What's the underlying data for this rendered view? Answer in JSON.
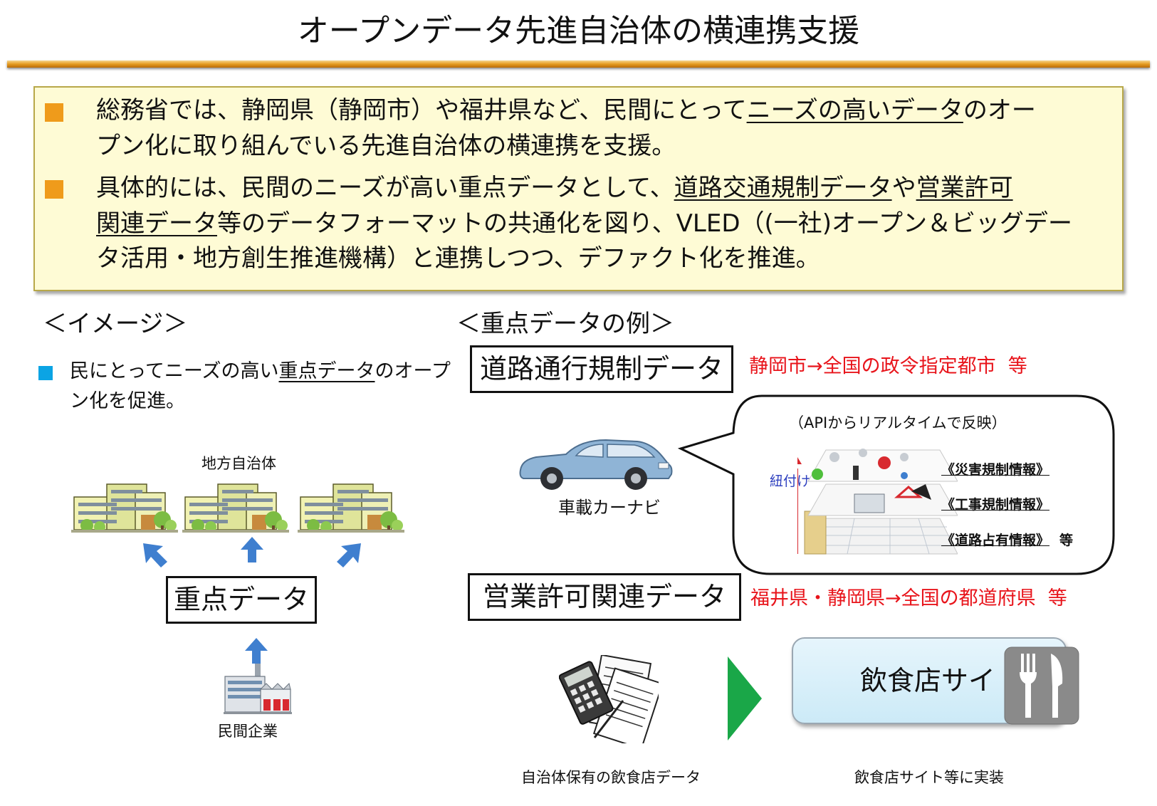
{
  "title": "オープンデータ先進自治体の横連携支援",
  "summary": {
    "bullet1": {
      "line1_pre": "総務省では、静岡県（静岡市）や福井県など、民間にとって",
      "line1_u": "ニーズの高いデータ",
      "line1_post": "のオー",
      "line2": "プン化に取り組んでいる先進自治体の横連携を支援。"
    },
    "bullet2": {
      "line1_pre": "具体的には、民間のニーズが高い重点データとして、",
      "line1_u1": "道路交通規制データ",
      "line1_mid": "や",
      "line1_u2": "営業許可",
      "line2_u": "関連データ",
      "line2_post": "等のデータフォーマットの共通化を図り、VLED（(一社)オープン＆ビッグデー",
      "line3": "タ活用・地方創生推進機構）と連携しつつ、デファクト化を推進。"
    }
  },
  "image_section": {
    "heading": "＜イメージ＞",
    "bullet_pre": "民にとってニーズの高い",
    "bullet_u": "重点データ",
    "bullet_post": "のオープ",
    "bullet_line2": "ン化を促進。",
    "local_gov_label": "地方自治体",
    "core_data_label": "重点データ",
    "company_label": "民間企業"
  },
  "examples": {
    "heading": "＜重点データの例＞",
    "road": {
      "label": "道路通行規制データ",
      "scope": "静岡市→全国の政令指定都市  等",
      "car_label": "車載カーナビ",
      "api_note": "（APIからリアルタイムで反映）",
      "link_label": "紐付け",
      "info1": "《災害規制情報》",
      "info2": "《工事規制情報》",
      "info3": "《道路占有情報》",
      "etc": "等"
    },
    "business": {
      "label": "営業許可関連データ",
      "scope": "福井県・静岡県→全国の都道府県  等",
      "site_label": "飲食店サイト",
      "source_label": "自治体保有の飲食店データ",
      "impl_label": "飲食店サイト等に実装"
    }
  },
  "colors": {
    "accent_orange": "#ef9b1b",
    "accent_cyan": "#0ba4e4",
    "scope_red": "#e8141b",
    "arrow_blue": "#3f7fcf",
    "flow_green": "#1aa748"
  }
}
